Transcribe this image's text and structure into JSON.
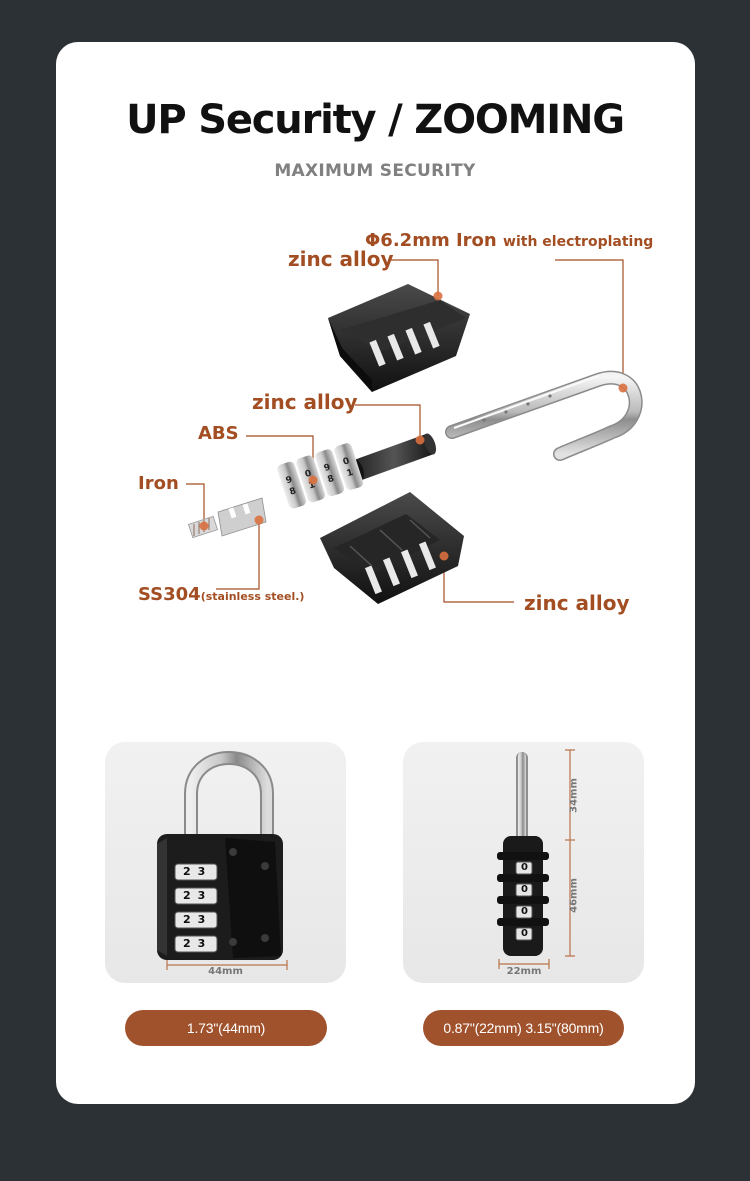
{
  "header": {
    "title": "UP Security / ZOOMING",
    "subtitle": "MAXIMUM SECURITY"
  },
  "diagram": {
    "labels": {
      "shackle_main": "Φ6.2mm Iron",
      "shackle_suffix": "with electroplating",
      "top_cover": "zinc alloy",
      "cylinder": "zinc alloy",
      "wheels": "ABS",
      "spring": "Iron",
      "plate_main": "SS304",
      "plate_suffix": "(stainless steel.)",
      "bottom_body": "zinc alloy"
    },
    "accent_color": "#a34e22"
  },
  "front_view": {
    "dial_digits": [
      "2",
      "3"
    ],
    "width_label": "44mm",
    "caption": "1.73\"(44mm)"
  },
  "side_view": {
    "dial_digit": "0",
    "height_top_label": "34mm",
    "height_body_label": "46mm",
    "width_label": "22mm",
    "caption": "0.87\"(22mm) 3.15\"(80mm)"
  }
}
